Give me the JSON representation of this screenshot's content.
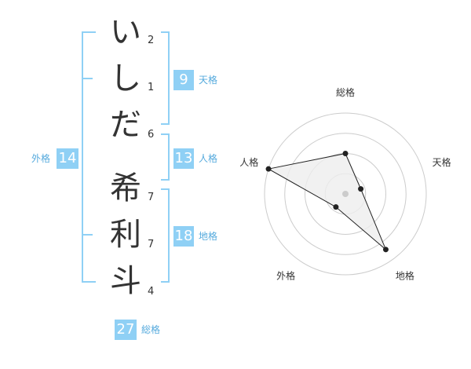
{
  "name": {
    "surname": [
      {
        "char": "い",
        "strokes": "2"
      },
      {
        "char": "し",
        "strokes": "1"
      },
      {
        "char": "だ",
        "strokes": "6"
      }
    ],
    "given": [
      {
        "char": "希",
        "strokes": "7"
      },
      {
        "char": "利",
        "strokes": "7"
      },
      {
        "char": "斗",
        "strokes": "4"
      }
    ]
  },
  "kaku": {
    "tenkaku": {
      "value": "9",
      "label": "天格"
    },
    "jinkaku": {
      "value": "13",
      "label": "人格"
    },
    "chikaku": {
      "value": "18",
      "label": "地格"
    },
    "gaikaku": {
      "value": "14",
      "label": "外格"
    },
    "soukaku": {
      "value": "27",
      "label": "総格"
    }
  },
  "chart_data": {
    "type": "radar",
    "axes": [
      "総格",
      "天格",
      "地格",
      "外格",
      "人格"
    ],
    "values": [
      0.5,
      0.2,
      0.85,
      0.2,
      1.0
    ],
    "range": [
      0,
      1
    ],
    "rings": 4,
    "colors": {
      "fill": "#eeeeee",
      "line": "#222222",
      "grid": "#cccccc",
      "center": "#cccccc"
    }
  },
  "colors": {
    "accent": "#8fd0f5",
    "label": "#55aadd"
  }
}
